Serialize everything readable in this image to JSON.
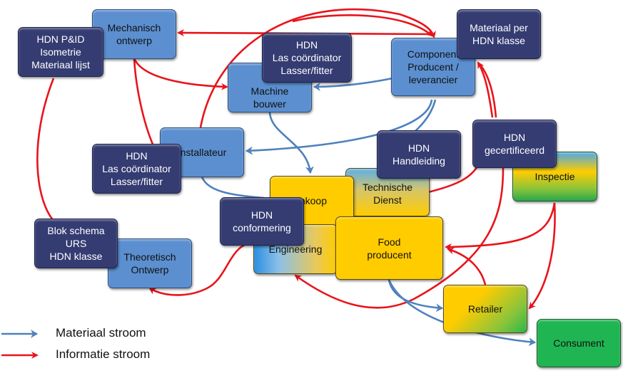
{
  "diagram": {
    "nodes": {
      "mechanisch_ontwerp": "Mechanisch\nontwerp",
      "hdn_pid": "HDN P&ID\nIsometrie\nMateriaal lijst",
      "machine_bouwer": "Machine\nbouwer",
      "hdn_las_top": "HDN\nLas coördinator\nLasser/fitter",
      "component_producent": "Component\nProducent /\nleverancier",
      "materiaal_hdn_klasse": "Materiaal per\nHDN klasse",
      "installateur": "Installateur",
      "hdn_las_left": "HDN\nLas coördinator\nLasser/fitter",
      "inkoop": "Inkoop",
      "technische_dienst": "Technische\nDienst",
      "hdn_handleiding": "HDN\nHandleiding",
      "hdn_gecertificeerd": "HDN\ngecertificeerd",
      "inspectie": "Inspectie",
      "hdn_conformering": "HDN\nconformering",
      "engineering": "Engineering",
      "food_producent": "Food\nproducent",
      "blok_schema": "Blok schema\nURS\nHDN klasse",
      "theoretisch_ontwerp": "Theoretisch\nOntwerp",
      "retailer": "Retailer",
      "consument": "Consument"
    },
    "colors": {
      "material_flow": "#4f81bd",
      "information_flow": "#e8141c",
      "actor_blue": "#5b8fd0",
      "hdn_navy": "#343c72",
      "food_yellow": "#ffcc00",
      "consumer_green": "#1fb552"
    }
  },
  "legend": {
    "material": "Materiaal stroom",
    "information": "Informatie stroom"
  }
}
